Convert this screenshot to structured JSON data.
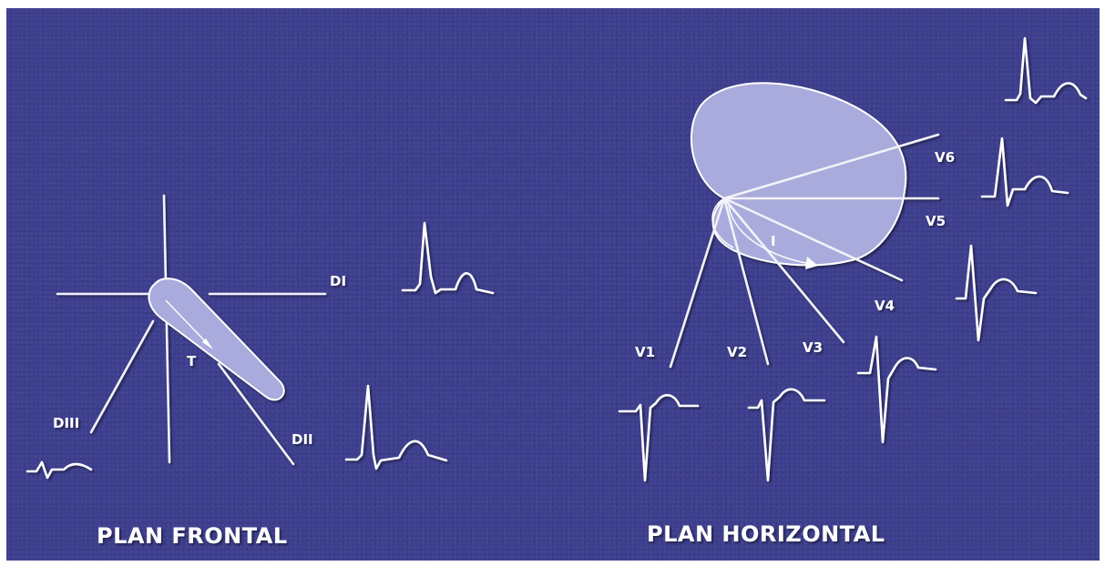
{
  "frontal": {
    "title": "PLAN FRONTAL",
    "lead_labels": {
      "di": "DI",
      "dii": "DII",
      "diii": "DIII"
    },
    "vector_label": "T"
  },
  "horizontal": {
    "title": "PLAN HORIZONTAL",
    "lead_labels": {
      "v1": "V1",
      "v2": "V2",
      "v3": "V3",
      "v4": "V4",
      "v5": "V5",
      "v6": "V6"
    },
    "vector_label": "I"
  }
}
